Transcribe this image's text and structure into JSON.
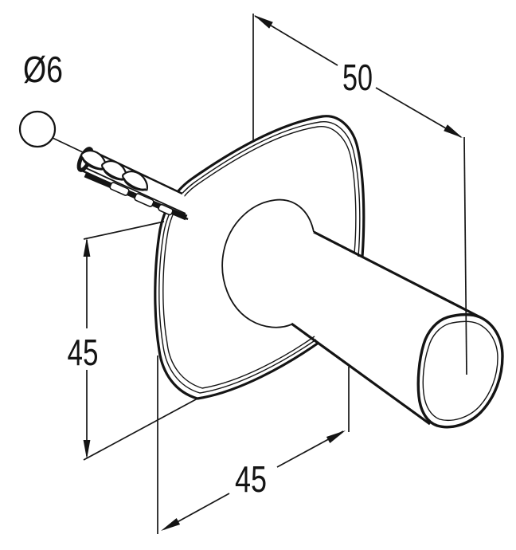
{
  "drawing": {
    "kind": "technical dimension drawing",
    "subject": "wall hook with backplate and wall plug",
    "colors": {
      "background": "#ffffff",
      "line": "#141414"
    },
    "labels": {
      "hole_diameter": "Ø6",
      "depth": "50",
      "height": "45",
      "width": "45"
    },
    "dimensions_mm": {
      "drill_hole_diameter": 6,
      "projection_depth": 50,
      "plate_height": 45,
      "plate_width": 45
    }
  }
}
